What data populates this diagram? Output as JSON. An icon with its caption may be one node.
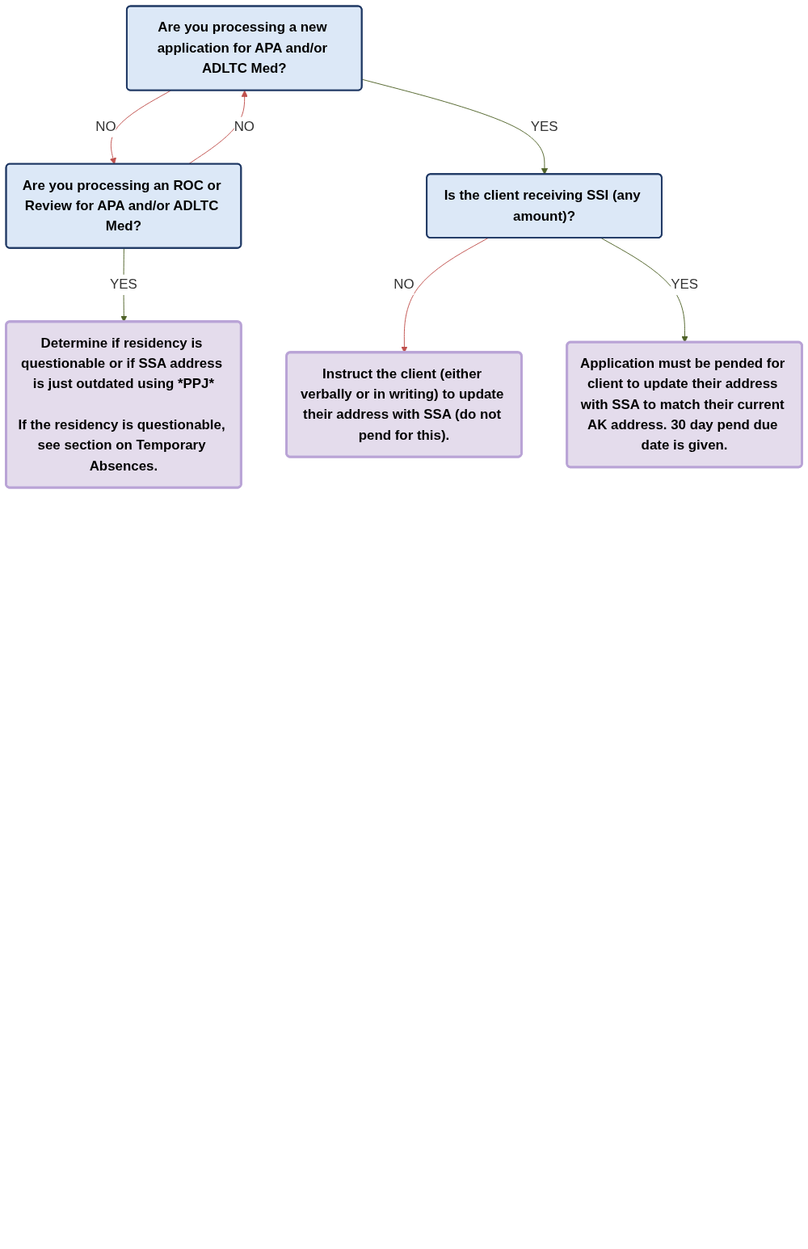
{
  "diagram": {
    "nodes": [
      {
        "text": [
          "Are you processing a new application for APA and/or ADLTC Med?"
        ]
      },
      {
        "text": [
          "Are you processing an ROC or Review for APA and/or ADLTC Med?"
        ]
      },
      {
        "text": [
          "Is the client receiving SSI (any amount)?"
        ]
      },
      {
        "text": [
          "Determine if residency is questionable or if SSA address is just outdated using *PPJ*",
          "If the residency is questionable, see section on Temporary Absences."
        ]
      },
      {
        "text": [
          "Application must be pended for client to update their address with SSA to match their current AK address. 30 day pend due date is given."
        ]
      },
      {
        "text": [
          "Instruct the client (either verbally or in writing) to update their address with SSA (do not pend for this)."
        ]
      }
    ],
    "edges": [
      {
        "from": 0,
        "to": 1,
        "arrow": "to",
        "label": "NO",
        "color": "#c0504d"
      },
      {
        "from": 1,
        "to": 0,
        "arrow": "to",
        "label": "NO",
        "color": "#c0504d"
      },
      {
        "from": 0,
        "to": 2,
        "arrow": "to",
        "label": "YES",
        "color": "#4f6228"
      },
      {
        "from": 1,
        "to": 3,
        "arrow": "to",
        "label": "YES",
        "color": "#4f6228"
      },
      {
        "from": 2,
        "to": 5,
        "arrow": "to",
        "label": "NO",
        "color": "#c0504d"
      },
      {
        "from": 2,
        "to": 4,
        "arrow": "to",
        "label": "YES",
        "color": "#4f6228"
      }
    ]
  }
}
